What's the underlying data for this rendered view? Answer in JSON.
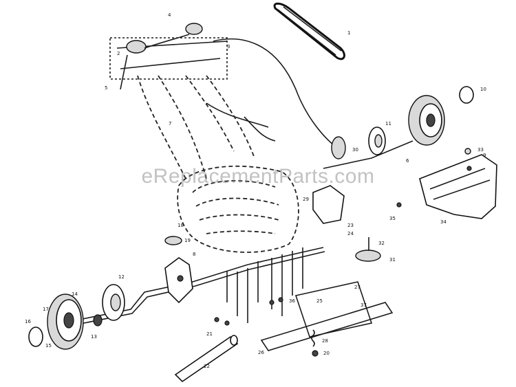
{
  "watermark": "eReplacementParts.com",
  "labels": {
    "p1": "1",
    "p2": "2",
    "p3": "3",
    "p4": "4",
    "p5": "5",
    "p6": "6",
    "p7": "7",
    "p8": "8",
    "p9": "9",
    "p10": "10",
    "p11": "11",
    "p12": "12",
    "p13": "13",
    "p14": "14",
    "p15": "15",
    "p16": "16",
    "p17": "17",
    "p18": "18",
    "p19": "19",
    "p20": "20",
    "p21": "21",
    "p22": "22",
    "p23": "23",
    "p24": "24",
    "p25": "25",
    "p26": "26",
    "p27": "27",
    "p28": "28",
    "p29": "29",
    "p30": "30",
    "p31": "31",
    "p32": "32",
    "p33": "33",
    "p34": "34",
    "p35": "35",
    "p36": "36",
    "p37": "37"
  }
}
